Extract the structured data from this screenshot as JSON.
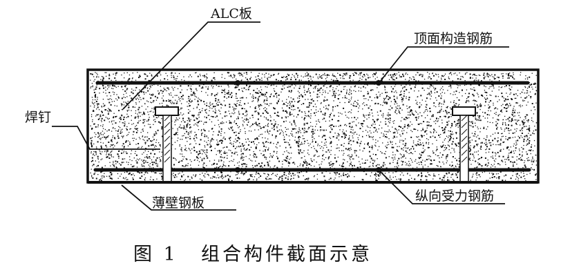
{
  "labels": {
    "alc_panel": "ALC板",
    "top_rebar": "顶面构造钢筋",
    "weld_stud": "焊钉",
    "steel_plate": "薄壁钢板",
    "long_rebar": "纵向受力钢筋"
  },
  "caption": {
    "number": "图 1",
    "text": "组合构件截面示意"
  },
  "colors": {
    "ink": "#111111",
    "background": "#ffffff"
  }
}
